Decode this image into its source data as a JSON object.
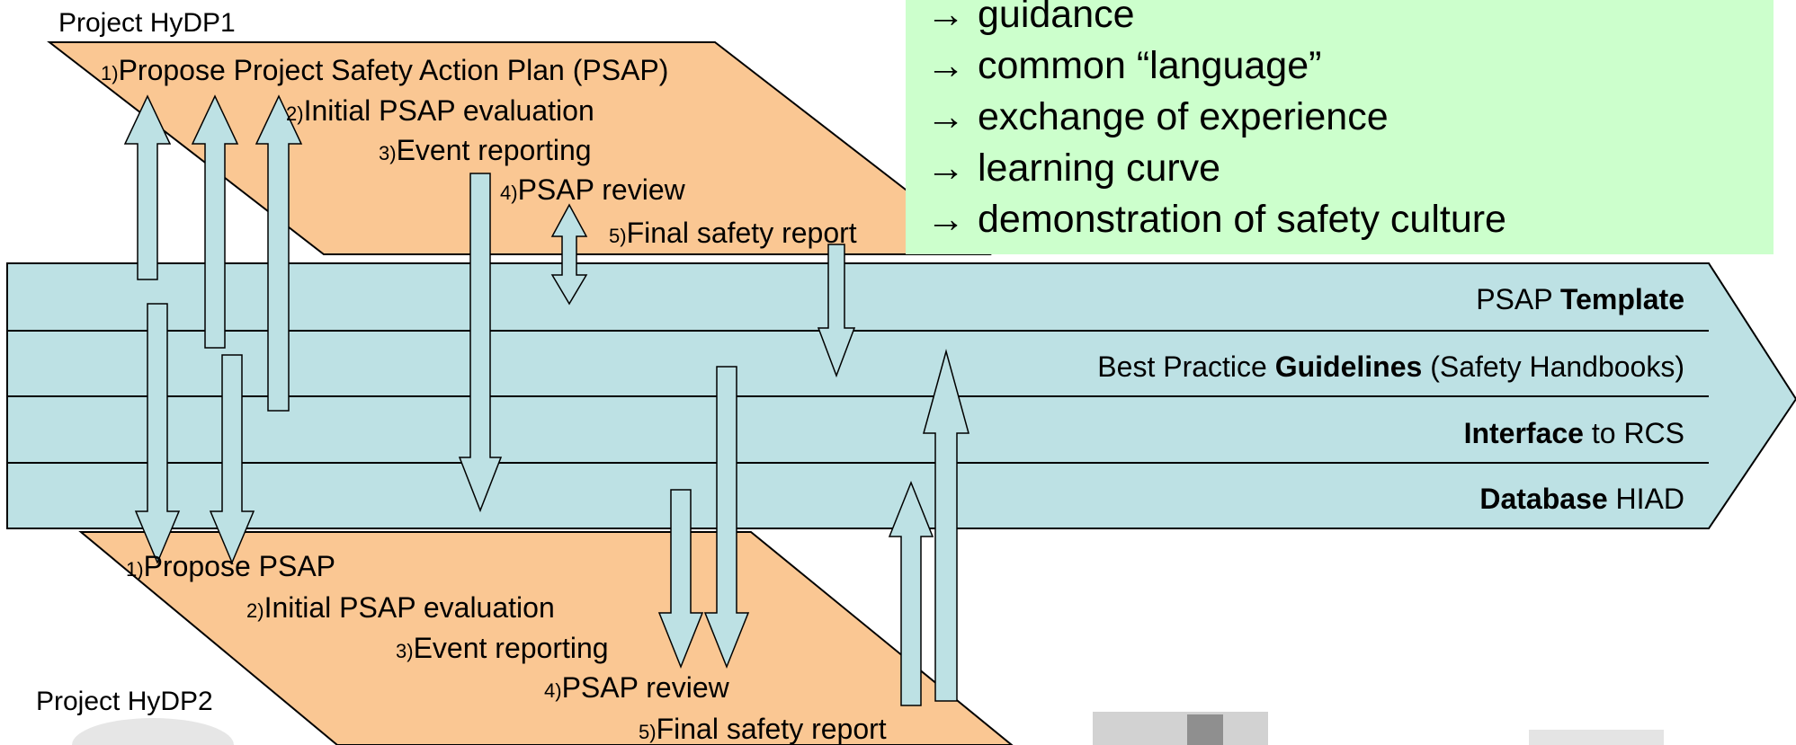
{
  "colors": {
    "project_fill": "#fac793",
    "pipeline_fill": "#bde1e4",
    "arrow_fill": "#bde1e4",
    "benefits_fill": "#ccffcc",
    "outline": "#000000"
  },
  "project1": {
    "title": "Project HyDP1",
    "steps": [
      {
        "num": "1)",
        "text": "Propose Project Safety Action Plan (PSAP)"
      },
      {
        "num": "2)",
        "text": "Initial PSAP evaluation"
      },
      {
        "num": "3)",
        "text": "Event reporting"
      },
      {
        "num": "4)",
        "text": "PSAP review"
      },
      {
        "num": "5)",
        "text": "Final safety report"
      }
    ]
  },
  "project2": {
    "title": "Project HyDP2",
    "steps": [
      {
        "num": "1)",
        "text": "Propose PSAP"
      },
      {
        "num": "2)",
        "text": "Initial PSAP evaluation"
      },
      {
        "num": "3)",
        "text": "Event reporting"
      },
      {
        "num": "4)",
        "text": "PSAP review"
      },
      {
        "num": "5)",
        "text": "Final safety report"
      }
    ]
  },
  "pipeline": {
    "layers": [
      {
        "pre": "PSAP ",
        "bold": "Template",
        "post": ""
      },
      {
        "pre": "Best Practice ",
        "bold": "Guidelines",
        "post": " (Safety Handbooks)"
      },
      {
        "pre": "",
        "bold": "Interface",
        "post": " to RCS"
      },
      {
        "pre": "",
        "bold": "Database",
        "post": " HIAD"
      }
    ]
  },
  "benefits": {
    "arrow": "→",
    "items": [
      "guidance",
      "common “language”",
      "exchange of experience",
      "learning curve",
      "demonstration of safety culture"
    ]
  }
}
